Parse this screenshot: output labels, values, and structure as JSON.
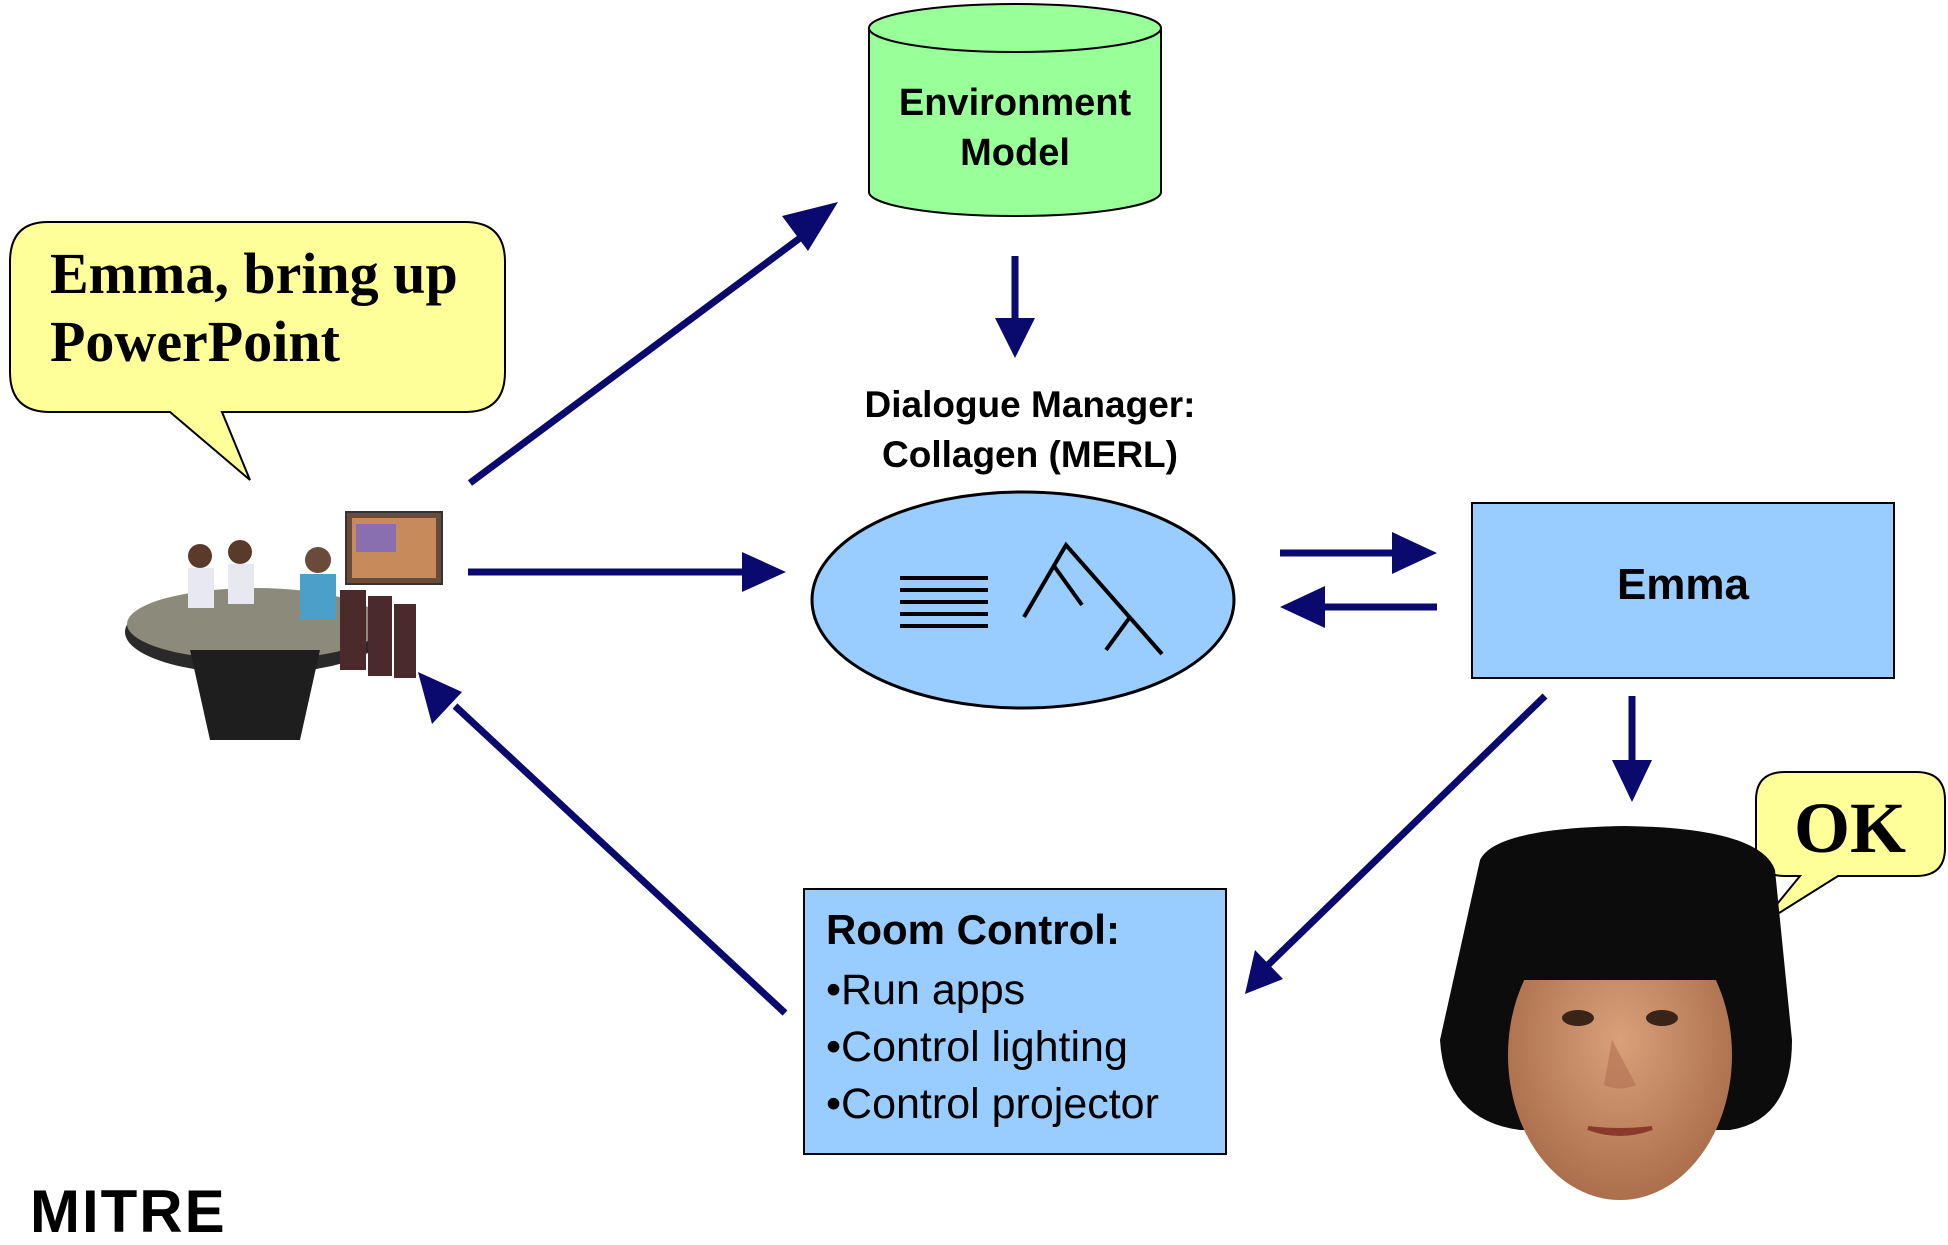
{
  "environment_model": {
    "line1": "Environment",
    "line2": "Model"
  },
  "dialogue_manager": {
    "line1": "Dialogue Manager:",
    "line2": "Collagen (MERL)"
  },
  "emma": {
    "label": "Emma"
  },
  "room_control": {
    "title": "Room Control:",
    "items": [
      "•Run apps",
      "•Control lighting",
      "•Control projector"
    ]
  },
  "user_speech": {
    "line1": "Emma, bring up",
    "line2": "PowerPoint"
  },
  "agent_speech": {
    "text": "OK"
  },
  "logo": {
    "text": "MITRE"
  },
  "colors": {
    "arrow": "#0a0a6e",
    "database_fill": "#99ff99",
    "box_fill": "#99ccff",
    "ellipse_fill": "#99ccff",
    "speech_fill": "#ffff99"
  }
}
